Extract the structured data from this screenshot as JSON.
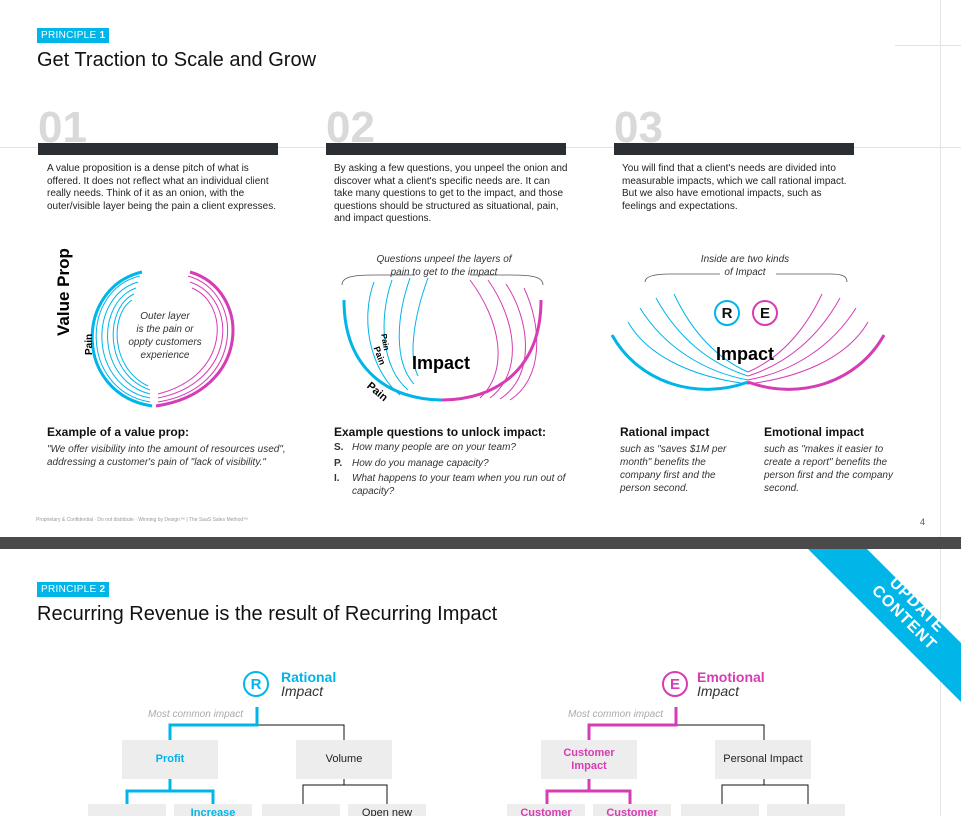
{
  "slide1": {
    "badge_word": "PRINCIPLE",
    "badge_num": "1",
    "title": "Get Traction to Scale and Grow",
    "columns": [
      {
        "num": "01",
        "text": "A value proposition is a dense pitch of what is offered. It does not reflect what an individual client really needs. Think of it as an onion, with the outer/visible layer being the pain a client expresses."
      },
      {
        "num": "02",
        "text": "By asking a few questions, you unpeel the onion and discover what a client's specific needs are. It can take many questions to get to the impact, and those questions should be structured as situational, pain, and impact questions."
      },
      {
        "num": "03",
        "text": "You will find that a client's needs are divided into measurable impacts, which we call rational impact. But we also have emotional impacts, such as feelings and expectations."
      }
    ],
    "diagram1": {
      "side_label": "Value Prop",
      "pain_label": "Pain",
      "center_text_1": "Outer layer",
      "center_text_2": "is the pain or",
      "center_text_3": "oppty customers",
      "center_text_4": "experience"
    },
    "diagram2": {
      "caption_1": "Questions unpeel the layers of",
      "caption_2": "pain to get to the impact",
      "pain_1": "Pain",
      "pain_2": "Pain",
      "pain_3": "Pain",
      "impact": "Impact"
    },
    "diagram3": {
      "caption_1": "Inside are two kinds",
      "caption_2": "of Impact",
      "r": "R",
      "e": "E",
      "impact": "Impact"
    },
    "example1": {
      "heading": "Example of a value prop:",
      "text": "\"We offer visibility into the amount of resources used\", addressing a customer's pain of \"lack of visibility.\""
    },
    "example2": {
      "heading": "Example questions to unlock impact:",
      "questions": [
        {
          "letter": "S.",
          "text": "How many people are on your team?"
        },
        {
          "letter": "P.",
          "text": "How do you manage capacity?"
        },
        {
          "letter": "I.",
          "text": "What happens to your team when you run out of capacity?"
        }
      ]
    },
    "rational": {
      "heading": "Rational impact",
      "text": "such as \"saves $1M per month\" benefits the company first and the person second."
    },
    "emotional": {
      "heading": "Emotional impact",
      "text": "such as \"makes it easier to create a report\" benefits the person first and the company second."
    },
    "footer": "Proprietary & Confidential · Do not distribute · Winning by Design™ | The SaaS Sales Method™",
    "page_number": "4"
  },
  "slide2": {
    "badge_word": "PRINCIPLE",
    "badge_num": "2",
    "title": "Recurring Revenue is the result of Recurring Impact",
    "ribbon_line_1": "UPDATE",
    "ribbon_line_2": "CONTENT",
    "rational": {
      "letter": "R",
      "title": "Rational",
      "sub": "Impact",
      "common": "Most common impact",
      "box_left": "Profit",
      "box_right": "Volume",
      "child_1": "Increase"
    },
    "emotional": {
      "letter": "E",
      "title": "Emotional",
      "sub": "Impact",
      "common": "Most common impact",
      "box_left": "Customer Impact",
      "box_right": "Personal Impact",
      "child_1": "Customer",
      "child_2": "Customer"
    },
    "rational_child_3": "Open new"
  },
  "colors": {
    "blue": "#00b5e8",
    "pink": "#d63cb3",
    "dark": "#2b2f33"
  }
}
